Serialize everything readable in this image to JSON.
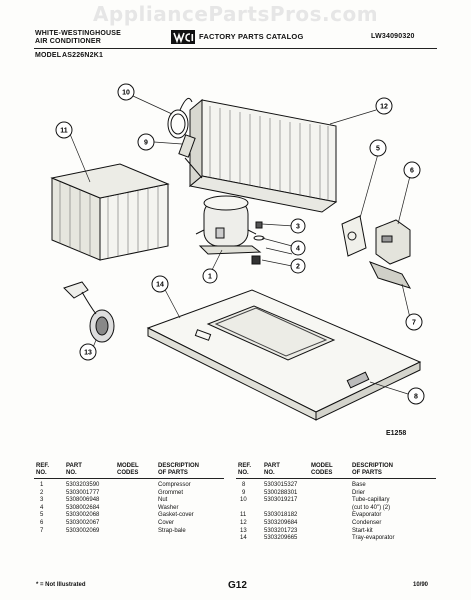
{
  "watermark": "AppliancePartsPros.com",
  "header": {
    "brand_line1": "WHITE-WESTINGHOUSE",
    "brand_line2": "AIR CONDITIONER",
    "catalog_title": "FACTORY PARTS CATALOG",
    "catalog_number": "LW34090320",
    "model_label": "MODEL",
    "model_number": "AS226N2K1"
  },
  "diagram": {
    "figure_code": "E1258",
    "callouts": [
      "1",
      "2",
      "3",
      "4",
      "5",
      "6",
      "7",
      "8",
      "9",
      "10",
      "11",
      "12",
      "13",
      "14"
    ]
  },
  "table": {
    "headers": {
      "ref": [
        "REF.",
        "NO."
      ],
      "part": [
        "PART",
        "NO."
      ],
      "model": [
        "MODEL",
        "CODES"
      ],
      "desc": [
        "DESCRIPTION",
        "OF PARTS"
      ]
    },
    "left_rows": [
      {
        "ref": "1",
        "part": "5303203590",
        "desc": "Compressor"
      },
      {
        "ref": "2",
        "part": "5303001777",
        "desc": "Grommet"
      },
      {
        "ref": "3",
        "part": "5308006948",
        "desc": "Nut"
      },
      {
        "ref": "4",
        "part": "5308002684",
        "desc": "Washer"
      },
      {
        "ref": "5",
        "part": "5303002068",
        "desc": "Gasket-cover"
      },
      {
        "ref": "6",
        "part": "5303002067",
        "desc": "Cover"
      },
      {
        "ref": "7",
        "part": "5303002069",
        "desc": "Strap-bale"
      }
    ],
    "right_rows": [
      {
        "ref": "8",
        "part": "5303015327",
        "desc": "Base"
      },
      {
        "ref": "9",
        "part": "5300288301",
        "desc": "Drier"
      },
      {
        "ref": "10",
        "part": "5303019217",
        "desc": "Tube-capillary"
      },
      {
        "ref": "",
        "part": "",
        "desc": "(cut to 40\") (2)"
      },
      {
        "ref": "11",
        "part": "5303018182",
        "desc": "Evaporator"
      },
      {
        "ref": "12",
        "part": "5303209684",
        "desc": "Condenser"
      },
      {
        "ref": "13",
        "part": "5303201723",
        "desc": "Start-kit"
      },
      {
        "ref": "14",
        "part": "5303209665",
        "desc": "Tray-evaporator"
      }
    ]
  },
  "footer": {
    "note": "* = Not Illustrated",
    "page": "G12",
    "date": "10/90"
  }
}
